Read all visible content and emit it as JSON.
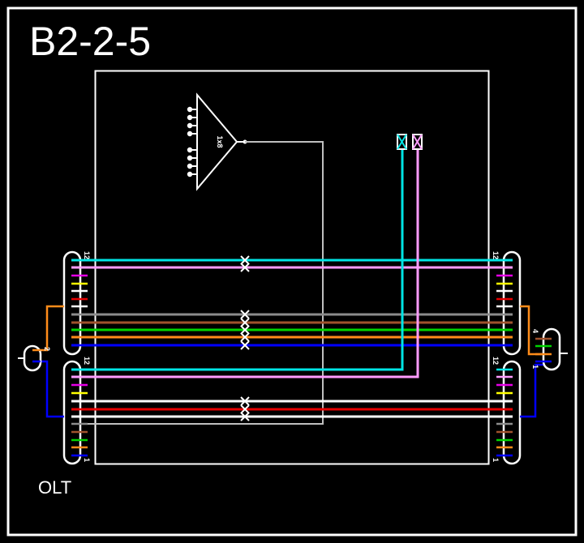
{
  "title": "B2-2-5",
  "olt_label": "OLT",
  "splitter_label": "1x8",
  "port_label_12": "12",
  "port_label_1": "1",
  "port_label_2": "2",
  "port_label_4": "4",
  "colors": {
    "background": "#000000",
    "outline": "#ffffff",
    "aqua": "#00e5e5",
    "rose": "#ff9cff",
    "magenta": "#e600e6",
    "yellow": "#ffff00",
    "red": "#e60000",
    "white": "#ffffff",
    "slate": "#8c8c8c",
    "brown": "#a0522d",
    "green": "#00d400",
    "blue": "#0000ff",
    "orange": "#ff8c1a",
    "grey_line": "#bfbfbf"
  }
}
